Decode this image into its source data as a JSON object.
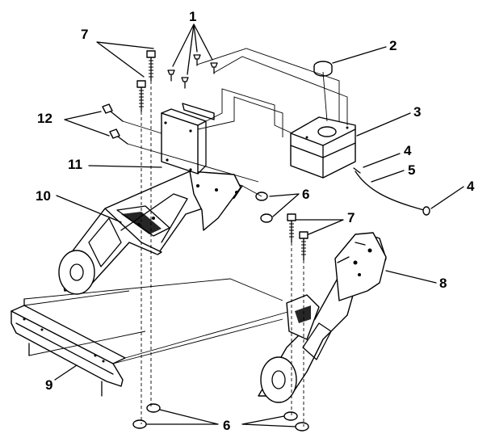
{
  "diagram": {
    "labels": {
      "l1": "1",
      "l2": "2",
      "l3": "3",
      "l4a": "4",
      "l4b": "4",
      "l5": "5",
      "l6a": "6",
      "l6b": "6",
      "l7a": "7",
      "l7b": "7",
      "l8": "8",
      "l9": "9",
      "l10": "10",
      "l11": "11",
      "l12": "12"
    }
  }
}
